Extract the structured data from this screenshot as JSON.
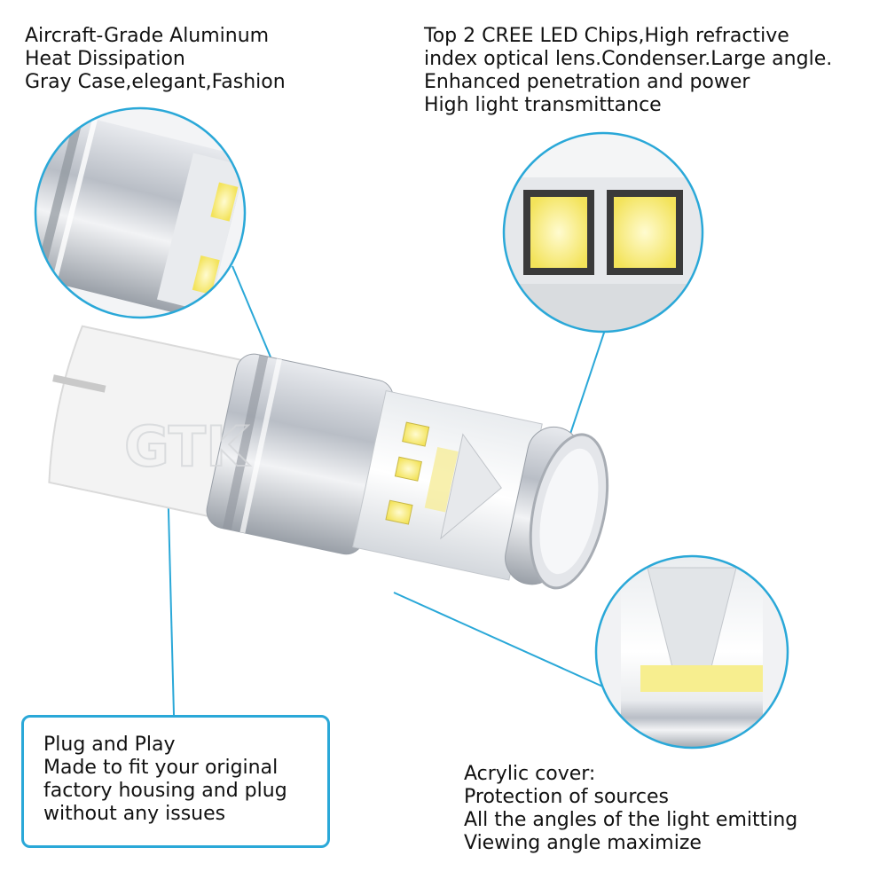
{
  "annotations": {
    "top_left": [
      "Aircraft-Grade Aluminum",
      "Heat Dissipation",
      "Gray Case,elegant,Fashion"
    ],
    "top_right": [
      "Top 2 CREE LED Chips,High refractive",
      "index optical lens.Condenser.Large angle.",
      "Enhanced penetration and power",
      "High light transmittance"
    ],
    "bottom_left_box": [
      "Plug and Play",
      "Made to fit your original",
      "factory housing and plug",
      "without any issues"
    ],
    "bottom_right": [
      "Acrylic cover:",
      "Protection of sources",
      "All the angles of the light emitting",
      "Viewing angle maximize"
    ]
  },
  "watermark": "GTK",
  "colors": {
    "callout_line": "#2aa8d8",
    "aluminum": "#c8ccd2",
    "led_chip": "#fff27a",
    "socket": "#f4f4f4"
  }
}
